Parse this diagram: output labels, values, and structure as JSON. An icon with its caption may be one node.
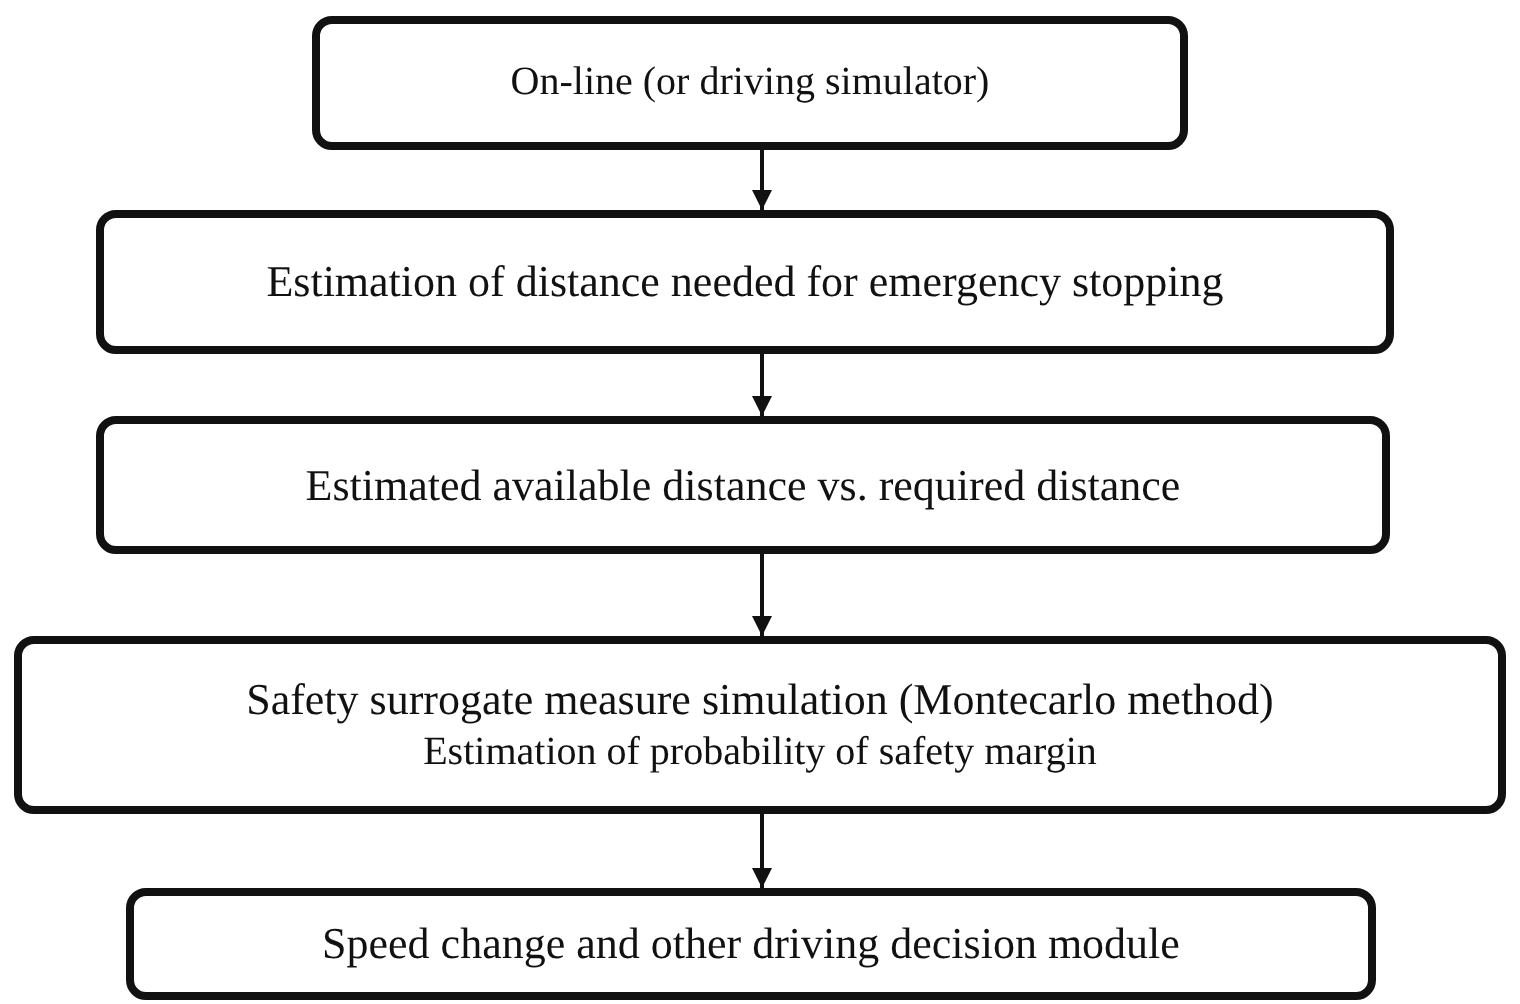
{
  "diagram": {
    "nodes": [
      {
        "text": [
          "On-line (or driving simulator)"
        ]
      },
      {
        "text": [
          "Estimation of distance needed for emergency stopping"
        ]
      },
      {
        "text": [
          "Estimated available distance vs. required distance"
        ]
      },
      {
        "text": [
          "Safety surrogate measure simulation (Montecarlo method)",
          "Estimation of probability of safety margin"
        ]
      },
      {
        "text": [
          "Speed change and other driving decision module"
        ]
      }
    ],
    "edges": [
      {
        "from": 0,
        "to": 1,
        "arrow": "to"
      },
      {
        "from": 1,
        "to": 2,
        "arrow": "to"
      },
      {
        "from": 2,
        "to": 3,
        "arrow": "to"
      },
      {
        "from": 3,
        "to": 4,
        "arrow": "to"
      }
    ]
  }
}
